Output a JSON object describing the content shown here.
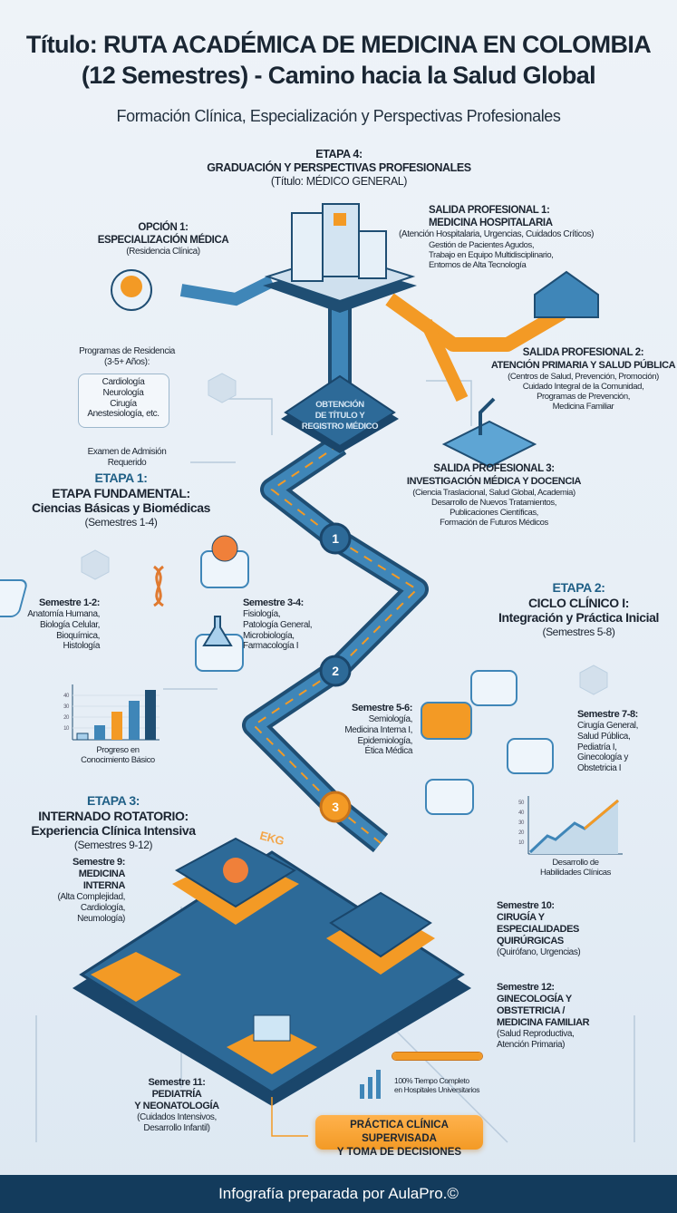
{
  "header": {
    "title_line1": "Título: RUTA ACADÉMICA DE MEDICINA EN COLOMBIA",
    "title_line2": "(12 Semestres) - Camino hacia la Salud Global",
    "subtitle": "Formación Clínica, Especialización y Perspectivas Profesionales"
  },
  "etapa4": {
    "label": "ETAPA 4:",
    "title": "GRADUACIÓN Y PERSPECTIVAS PROFESIONALES",
    "note": "(Título: MÉDICO GENERAL)"
  },
  "opcion1": {
    "label": "OPCIÓN 1:",
    "title": "ESPECIALIZACIÓN MÉDICA",
    "note": "(Residencia Clínica)"
  },
  "residencia": {
    "heading_line1": "Programas de Residencia",
    "heading_line2": "(3-5+ Años):",
    "items": [
      "Cardiología",
      "Neurología",
      "Cirugía",
      "Anestesiología, etc."
    ],
    "exam_line1": "Examen de Admisión",
    "exam_line2": "Requerido"
  },
  "obtencion": {
    "line1": "OBTENCIÓN",
    "line2": "DE TÍTULO Y",
    "line3": "REGISTRO MÉDICO"
  },
  "salida1": {
    "label": "SALIDA PROFESIONAL 1:",
    "title": "MEDICINA HOSPITALARIA",
    "note": "(Atención Hospitalaria, Urgencias, Cuidados Críticos)",
    "details": [
      "Gestión de Pacientes Agudos,",
      "Trabajo en Equipo Multidisciplinario,",
      "Entornos de Alta Tecnología"
    ]
  },
  "salida2": {
    "label": "SALIDA PROFESIONAL 2:",
    "title": "ATENCIÓN PRIMARIA Y SALUD PÚBLICA",
    "note": "(Centros de Salud, Prevención, Promoción)",
    "details": [
      "Cuidado Integral de la Comunidad,",
      "Programas de Prevención,",
      "Medicina Familiar"
    ]
  },
  "salida3": {
    "label": "SALIDA PROFESIONAL 3:",
    "title": "INVESTIGACIÓN MÉDICA Y DOCENCIA",
    "note": "(Ciencia Traslacional, Salud Global, Academia)",
    "details": [
      "Desarrollo de Nuevos Tratamientos,",
      "Publicaciones Científicas,",
      "Formación de Futuros Médicos"
    ]
  },
  "etapa1": {
    "label": "ETAPA 1:",
    "title": "ETAPA FUNDAMENTAL:",
    "subtitle": "Ciencias Básicas y Biomédicas",
    "note": "(Semestres 1-4)"
  },
  "sem12": {
    "label": "Semestre 1-2:",
    "items": [
      "Anatomía Humana,",
      "Biología Celular,",
      "Bioquímica,",
      "Histología"
    ]
  },
  "sem34": {
    "label": "Semestre 3-4:",
    "items": [
      "Fisiología,",
      "Patología General,",
      "Microbiología,",
      "Farmacología I"
    ]
  },
  "steps": [
    "1",
    "2",
    "3"
  ],
  "chart_bar": {
    "caption_line1": "Progreso en",
    "caption_line2": "Conocimiento Básico",
    "ticks": [
      "40",
      "30",
      "20",
      "10"
    ]
  },
  "etapa2": {
    "label": "ETAPA 2:",
    "title": "CICLO CLÍNICO I:",
    "subtitle": "Integración y Práctica Inicial",
    "note": "(Semestres 5-8)"
  },
  "sem56": {
    "label": "Semestre 5-6:",
    "items": [
      "Semiología,",
      "Medicina Interna I,",
      "Epidemiología,",
      "Ética Médica"
    ]
  },
  "sem78": {
    "label": "Semestre 7-8:",
    "items": [
      "Cirugía General,",
      "Salud Pública,",
      "Pediatría I,",
      "Ginecología y",
      "Obstetricia I"
    ]
  },
  "chart_line": {
    "caption_line1": "Desarrollo de",
    "caption_line2": "Habilidades Clínicas",
    "ticks": [
      "50",
      "40",
      "30",
      "20",
      "10"
    ]
  },
  "etapa3": {
    "label": "ETAPA 3:",
    "title": "INTERNADO ROTATORIO:",
    "subtitle": "Experiencia Clínica Intensiva",
    "note": "(Semestres 9-12)"
  },
  "sem9": {
    "label": "Semestre 9:",
    "title_line1": "MEDICINA",
    "title_line2": "INTERNA",
    "items": [
      "(Alta Complejidad,",
      "Cardiología,",
      "Neumología)"
    ]
  },
  "sem10": {
    "label": "Semestre 10:",
    "title_lines": [
      "CIRUGÍA Y",
      "ESPECIALIDADES",
      "QUIRÚRGICAS"
    ],
    "note": "(Quirófano, Urgencias)"
  },
  "sem12b": {
    "label": "Semestre 12:",
    "title_lines": [
      "GINECOLOGÍA Y",
      "OBSTETRICIA /",
      "MEDICINA FAMILIAR"
    ],
    "items": [
      "(Salud Reproductiva,",
      "Atención Primaria)"
    ]
  },
  "sem11": {
    "label": "Semestre 11:",
    "title_line1": "PEDIATRÍA",
    "title_line2": "Y NEONATOLOGÍA",
    "items": [
      "(Cuidados Intensivos,",
      "Desarrollo Infantil)"
    ]
  },
  "ekg_label": "EKG",
  "tiempo": {
    "progress_percent": 100,
    "line1": "100% Tiempo Completo",
    "line2": "en Hospitales Universitarios"
  },
  "practica": {
    "line1": "PRÁCTICA CLÍNICA SUPERVISADA",
    "line2": "Y TOMA DE DECISIONES"
  },
  "footer": {
    "text": "Infografía preparada por AulaPro.©"
  },
  "colors": {
    "navy": "#1f4e73",
    "blue": "#3f86b8",
    "orange": "#f39a25",
    "footer": "#133b5c"
  }
}
